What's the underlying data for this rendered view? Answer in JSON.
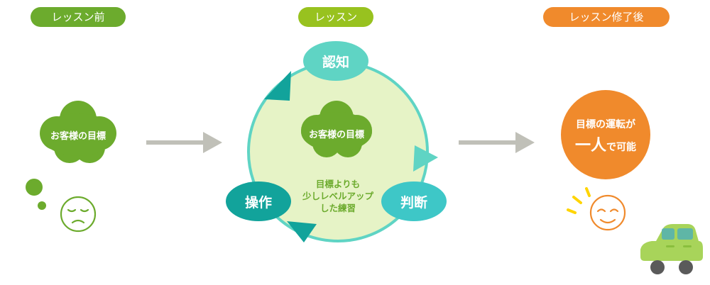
{
  "stages": {
    "before": "レッスン前",
    "lesson": "レッスン",
    "after": "レッスン修了後"
  },
  "before_cloud": "お客様の目標",
  "lesson_cloud": "お客様の目標",
  "cycle": {
    "recognize": "認知",
    "judge": "判断",
    "operate": "操作"
  },
  "center_text": {
    "line1": "目標よりも",
    "line2": "少しレベルアップ",
    "line3": "した練習"
  },
  "goal": {
    "line1": "目標の運転が",
    "big": "一人",
    "rest": "で可能"
  },
  "colors": {
    "before_green": "#6cab2d",
    "lesson_green": "#98c21f",
    "after_orange": "#f08a2c",
    "cycle_light": "#e6f3c6",
    "teal_light": "#5fd4c4",
    "teal_dark": "#12a39b",
    "arrow_gray": "#c0c0b8"
  }
}
